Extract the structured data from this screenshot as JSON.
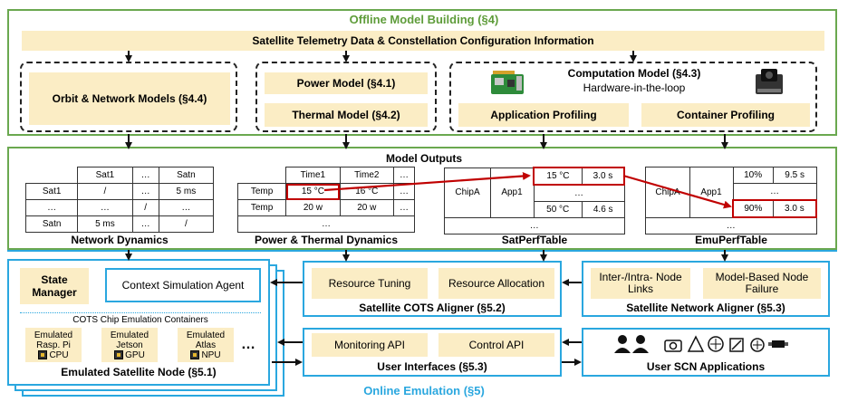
{
  "offline": {
    "title": "Offline Model Building (§4)",
    "telemetry": "Satellite Telemetry Data & Constellation Configuration Information",
    "orbit_model": "Orbit & Network Models (§4.4)",
    "power_model": "Power Model (§4.1)",
    "thermal_model": "Thermal Model (§4.2)",
    "computation_title": "Computation Model (§4.3)",
    "computation_sub": "Hardware-in-the-loop",
    "app_profiling": "Application Profiling",
    "container_profiling": "Container Profiling"
  },
  "outputs": {
    "title": "Model Outputs",
    "network": {
      "caption": "Network Dynamics",
      "rows": [
        [
          "",
          "Sat1",
          "…",
          "Satn"
        ],
        [
          "Sat1",
          "/",
          "…",
          "5 ms"
        ],
        [
          "…",
          "…",
          "/",
          "…"
        ],
        [
          "Satn",
          "5 ms",
          "…",
          "/"
        ]
      ]
    },
    "power_thermal": {
      "caption": "Power & Thermal Dynamics",
      "rows": [
        [
          "",
          "Time1",
          "Time2",
          "…"
        ],
        [
          "Temp",
          "15 °C",
          "16 °C",
          "…"
        ],
        [
          "Temp",
          "20 w",
          "20 w",
          "…"
        ],
        [
          "…",
          "",
          "",
          ""
        ]
      ]
    },
    "satperf": {
      "caption": "SatPerfTable",
      "chip": "ChipA",
      "app": "App1",
      "r1": [
        "15 °C",
        "3.0 s"
      ],
      "r2": "…",
      "r3": [
        "50 °C",
        "4.6 s"
      ],
      "r4": "…"
    },
    "emuperf": {
      "caption": "EmuPerfTable",
      "chip": "ChipA",
      "app": "App1",
      "r1": [
        "10%",
        "9.5 s"
      ],
      "r2": "…",
      "r3": [
        "90%",
        "3.0 s"
      ],
      "r4": "…"
    }
  },
  "online": {
    "title": "Online Emulation (§5)",
    "state_manager": "State Manager",
    "context_agent": "Context Simulation Agent",
    "cots_containers": "COTS Chip Emulation Containers",
    "chips": [
      {
        "line1": "Emulated",
        "line2": "Rasp. Pi",
        "unit": "CPU"
      },
      {
        "line1": "Emulated",
        "line2": "Jetson",
        "unit": "GPU"
      },
      {
        "line1": "Emulated",
        "line2": "Atlas",
        "unit": "NPU"
      }
    ],
    "ellipsis": "…",
    "node_caption": "Emulated Satellite Node (§5.1)",
    "resource_tuning": "Resource Tuning",
    "resource_allocation": "Resource Allocation",
    "cots_aligner": "Satellite COTS Aligner (§5.2)",
    "inter_links": "Inter-/Intra- Node Links",
    "node_failure": "Model-Based Node Failure",
    "network_aligner": "Satellite Network Aligner (§5.3)",
    "monitoring_api": "Monitoring API",
    "control_api": "Control API",
    "user_interfaces": "User Interfaces (§5.3)",
    "user_apps": "User SCN Applications"
  },
  "colors": {
    "green": "#6aa84f",
    "blue": "#2aa7df",
    "beige": "#fbedc5",
    "red": "#c00000"
  }
}
